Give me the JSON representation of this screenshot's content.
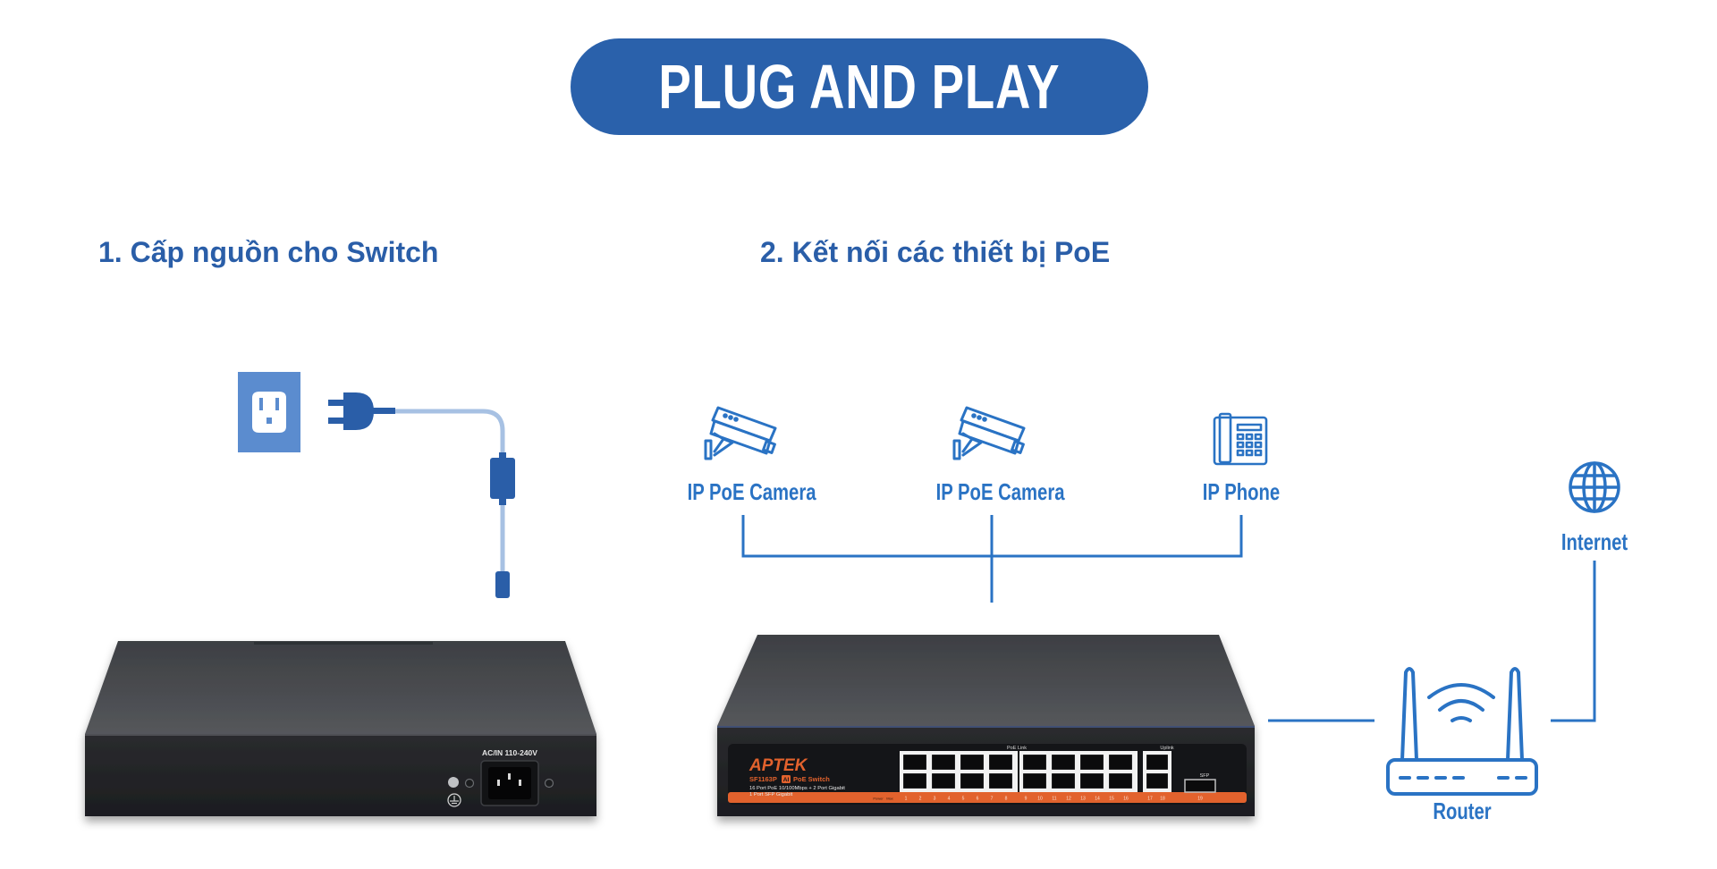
{
  "banner": {
    "title": "PLUG AND PLAY"
  },
  "steps": [
    {
      "heading": "1. Cấp nguồn cho Switch"
    },
    {
      "heading": "2. Kết nối các thiết bị PoE"
    }
  ],
  "devices": {
    "camera_1": {
      "label": "IP PoE Camera",
      "icon": "cctv-camera-icon"
    },
    "camera_2": {
      "label": "IP PoE Camera",
      "icon": "cctv-camera-icon"
    },
    "phone": {
      "label": "IP Phone",
      "icon": "desk-phone-icon"
    },
    "internet": {
      "label": "Internet",
      "icon": "globe-icon"
    },
    "router": {
      "label": "Router",
      "icon": "wifi-router-icon"
    }
  },
  "power": {
    "outlet_icon": "wall-outlet-icon",
    "plug_icon": "power-plug-icon",
    "rear_label": "AC/IN 110-240V"
  },
  "switch_front": {
    "brand": "APTEK",
    "model": "SF1163P",
    "ai_badge": "AI",
    "type": "PoE Switch",
    "spec_line_1": "16 Port PoE 10/100Mbps + 2 Port Gigabit",
    "spec_line_2": "1 Port SFP Gigabit",
    "poe_link_label": "PoE Link",
    "uplink_label": "Uplink",
    "sfp_label": "SFP",
    "power_label": "Power",
    "max_label": "Max",
    "port_numbers": [
      "1",
      "2",
      "3",
      "4",
      "5",
      "6",
      "7",
      "8",
      "9",
      "10",
      "11",
      "12",
      "13",
      "14",
      "15",
      "16",
      "17",
      "18",
      "19"
    ]
  },
  "colors": {
    "brand_blue": "#2a61ab",
    "line_blue": "#2a73c4",
    "light_cable": "#a7c1e3",
    "switch_body": "#2b2d31",
    "accent_orange": "#e2622d"
  }
}
